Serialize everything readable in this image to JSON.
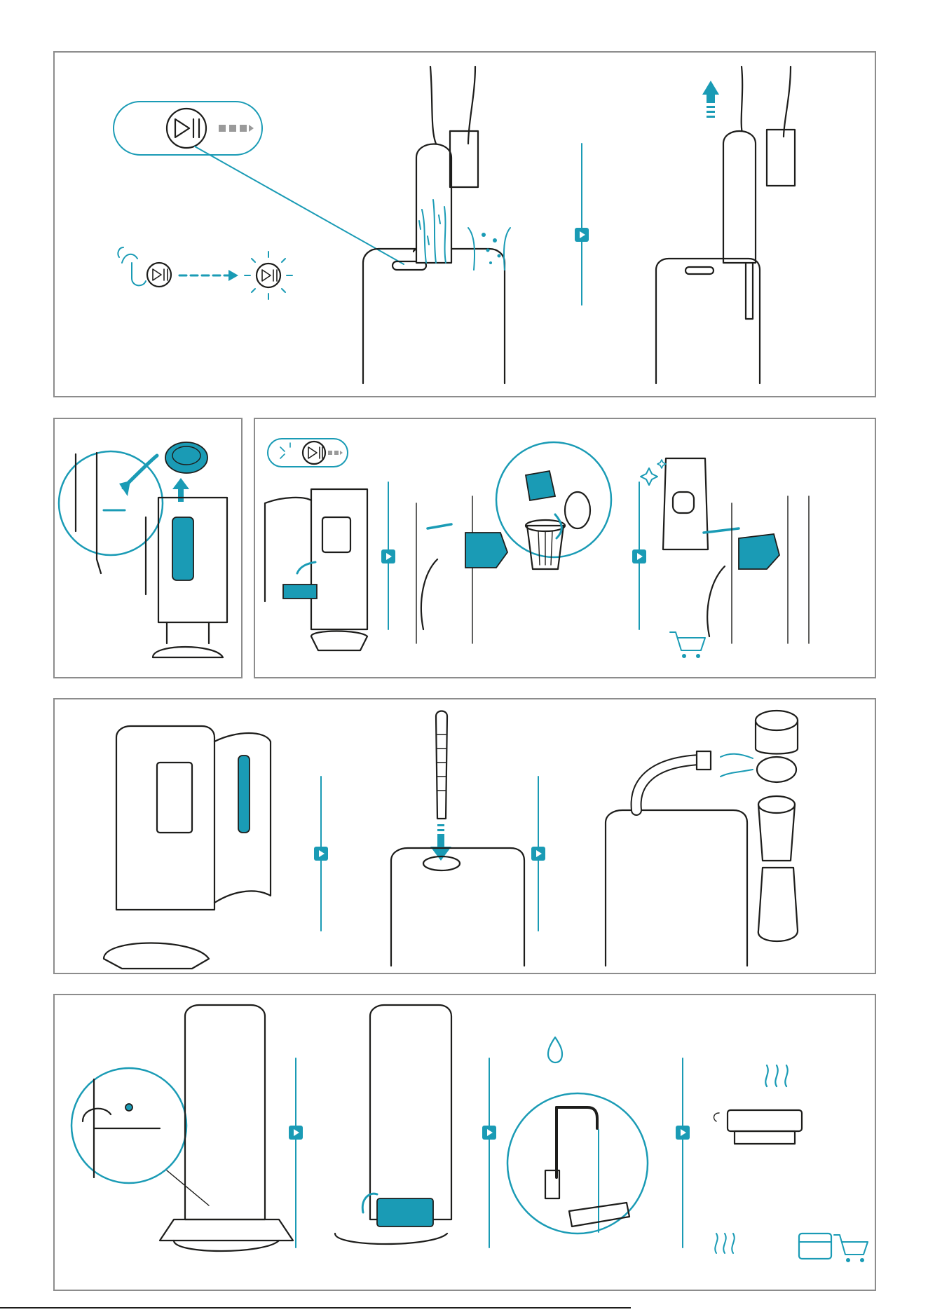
{
  "document": {
    "type": "instruction-illustration-sheet",
    "text_content": "",
    "colors": {
      "accent": "#1a9bb5",
      "line": "#1d1d1b",
      "frame": "#8c8c8c",
      "indicator": "#9a9a9a"
    }
  },
  "panels": [
    {
      "id": "auto-empty",
      "steps": 2,
      "icons": [
        "play-pause-button-icon",
        "battery-indicator-icon",
        "finger-tap-icon",
        "button-blink-icon",
        "debris-falling-icon",
        "lift-up-arrow-icon"
      ]
    },
    {
      "id": "remove-filter",
      "steps": 1,
      "icons": [
        "filter-lid-icon",
        "up-arrow-icon"
      ]
    },
    {
      "id": "replace-bag",
      "steps": 3,
      "icons": [
        "play-pause-button-icon",
        "waste-bin-icon",
        "new-bag-icon",
        "sparkle-icon",
        "shopping-cart-icon"
      ]
    },
    {
      "id": "hose-cleaning",
      "steps": 3,
      "icons": [
        "hose-tool-icon",
        "down-arrow-icon",
        "filter-parts-icon"
      ]
    },
    {
      "id": "wash-filter",
      "steps": 4,
      "icons": [
        "water-drop-icon",
        "tap-icon",
        "heat-dry-icon",
        "calendar-icon",
        "shopping-cart-icon"
      ]
    }
  ]
}
